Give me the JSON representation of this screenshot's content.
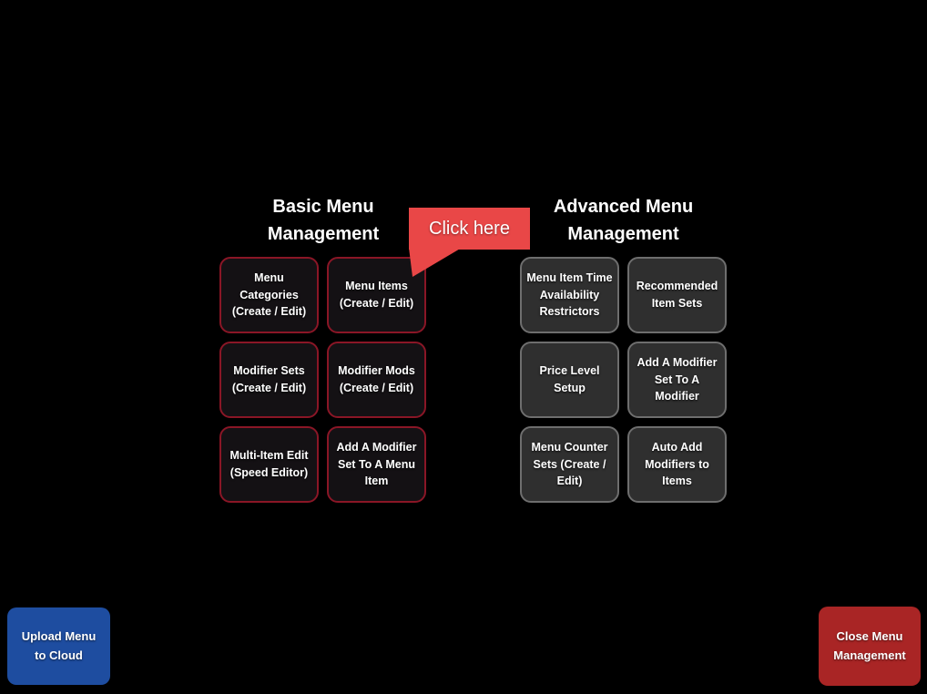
{
  "screen": {
    "background_color": "#000000"
  },
  "basic_section": {
    "title": "Basic Menu Management",
    "button_background": "#141114",
    "button_border_color": "#8a1626",
    "buttons": [
      {
        "label": "Menu Categories (Create / Edit)"
      },
      {
        "label": "Menu Items (Create / Edit)"
      },
      {
        "label": "Modifier Sets (Create / Edit)"
      },
      {
        "label": "Modifier Mods (Create / Edit)"
      },
      {
        "label": "Multi-Item Edit (Speed Editor)"
      },
      {
        "label": "Add A Modifier Set To A Menu Item"
      }
    ]
  },
  "advanced_section": {
    "title": "Advanced Menu Management",
    "button_background": "#2f2f2f",
    "button_border_color": "#6e6e6e",
    "buttons": [
      {
        "label": "Menu Item Time Availability Restrictors"
      },
      {
        "label": "Recommended Item Sets"
      },
      {
        "label": "Price Level Setup"
      },
      {
        "label": "Add A Modifier Set To A Modifier"
      },
      {
        "label": "Menu Counter Sets (Create / Edit)"
      },
      {
        "label": "Auto Add Modifiers to Items"
      }
    ]
  },
  "callout": {
    "label": "Click here",
    "color": "#e94747"
  },
  "footer": {
    "upload_label": "Upload Menu to Cloud",
    "upload_color": "#1e4da0",
    "close_label": "Close Menu Management",
    "close_color": "#a92525"
  }
}
